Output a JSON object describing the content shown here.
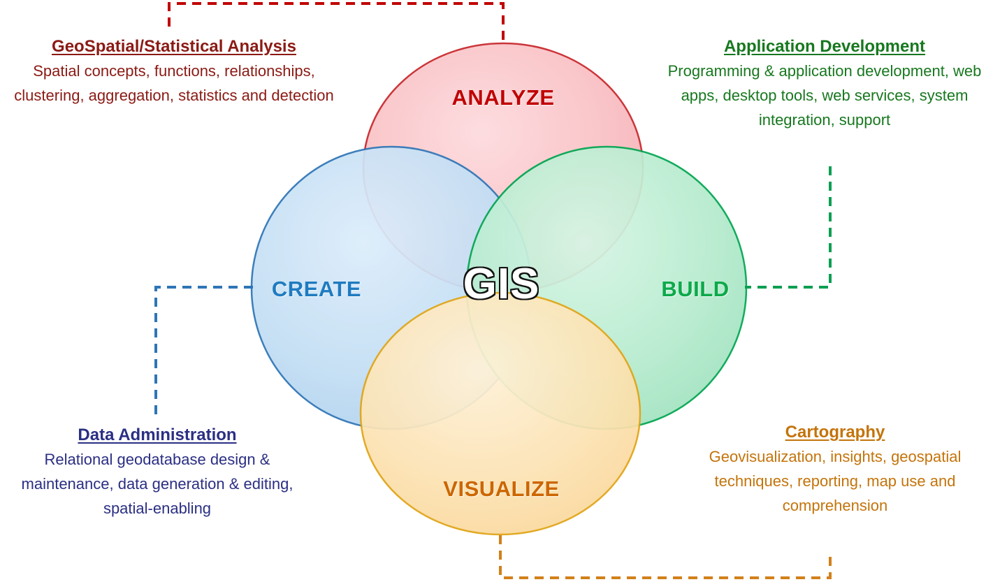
{
  "diagram": {
    "title": "GIS",
    "center_label": "GIS",
    "type": "4-set venn diagram",
    "circles": [
      {
        "id": "analyze",
        "label": "ANALYZE",
        "position": "top",
        "fill": "#F9C0C4",
        "stroke": "#C00000",
        "text_color": "#C00000"
      },
      {
        "id": "create",
        "label": "CREATE",
        "position": "left",
        "fill": "#C3DEF4",
        "stroke": "#2E75B6",
        "text_color": "#1F7BC0"
      },
      {
        "id": "build",
        "label": "BUILD",
        "position": "right",
        "fill": "#B6EBCE",
        "stroke": "#00A550",
        "text_color": "#0CA94A"
      },
      {
        "id": "visualize",
        "label": "VISUALIZE",
        "position": "bottom",
        "fill": "#FCE3B4",
        "stroke": "#E0A415",
        "text_color": "#CC6600"
      }
    ]
  },
  "captions": {
    "geospatial": {
      "title": "GeoSpatial/Statistical Analysis",
      "body": "Spatial concepts,  functions, relationships, clustering, aggregation, statistics and detection",
      "color": "#8B1A14",
      "connects_to": "analyze"
    },
    "appdev": {
      "title": "Application Development",
      "body": "Programming & application development, web apps, desktop tools, web services, system integration, support",
      "color": "#17781F",
      "connects_to": "build"
    },
    "dataadmin": {
      "title": "Data Administration",
      "body": "Relational geodatabase design & maintenance, data generation & editing, spatial-enabling",
      "color": "#2B2F83",
      "connects_to": "create"
    },
    "cartography": {
      "title": "Cartography",
      "body": "Geovisualization, insights, geospatial techniques, reporting, map use and comprehension",
      "color": "#C4740B",
      "connects_to": "visualize"
    }
  },
  "connectors": [
    {
      "id": "connector-geospatial",
      "color": "#C00000",
      "style": "dashed"
    },
    {
      "id": "connector-appdev",
      "color": "#0B9F52",
      "style": "dashed"
    },
    {
      "id": "connector-dataadmin",
      "color": "#2E75B6",
      "style": "dashed"
    },
    {
      "id": "connector-cartography",
      "color": "#D2801A",
      "style": "dashed"
    }
  ]
}
